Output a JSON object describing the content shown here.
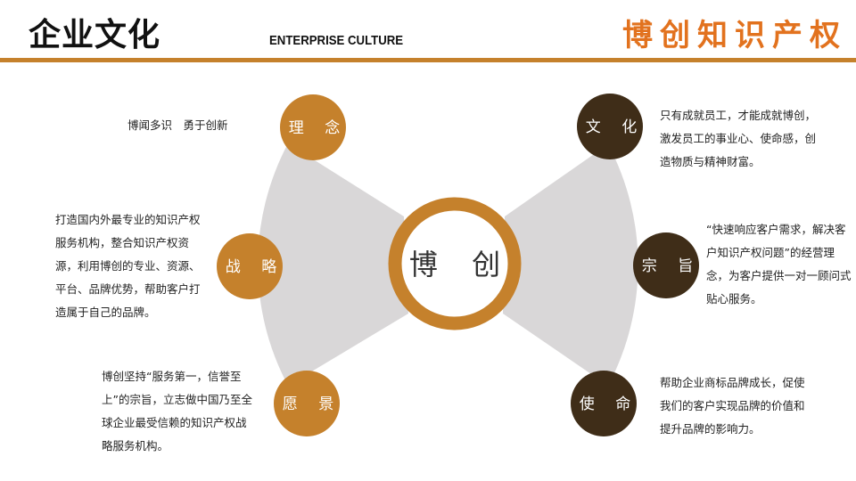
{
  "header": {
    "title_cn": "企业文化",
    "title_en": "ENTERPRISE CULTURE",
    "brand": "博创知识产权",
    "colors": {
      "accent_bar": "#c5812c",
      "brand_text": "#e2721e"
    }
  },
  "diagram": {
    "center_label": "博 创",
    "colors": {
      "orange": "#c5812c",
      "dark": "#3f2d18",
      "wedge": "#d9d7d8"
    },
    "nodes": [
      {
        "id": "linian",
        "label": "理 念",
        "color": "orange",
        "desc": "博闻多识　勇于创新"
      },
      {
        "id": "zhanlue",
        "label": "战 略",
        "color": "orange",
        "desc": "打造国内外最专业的知识产权服务机构，整合知识产权资源，利用博创的专业、资源、平台、品牌优势，帮助客户打造属于自己的品牌。"
      },
      {
        "id": "yuanjing",
        "label": "愿 景",
        "color": "orange",
        "desc": "博创坚持“服务第一，信誉至上”的宗旨，立志做中国乃至全球企业最受信赖的知识产权战略服务机构。"
      },
      {
        "id": "wenhua",
        "label": "文 化",
        "color": "dark",
        "desc": "只有成就员工，才能成就博创，激发员工的事业心、使命感，创造物质与精神财富。"
      },
      {
        "id": "zongzhi",
        "label": "宗 旨",
        "color": "dark",
        "desc": "“快速响应客户需求，解决客户知识产权问题”的经营理念，为客户提供一对一顾问式贴心服务。"
      },
      {
        "id": "shiming",
        "label": "使 命",
        "color": "dark",
        "desc": "帮助企业商标品牌成长，促使我们的客户实现品牌的价值和提升品牌的影响力。"
      }
    ]
  }
}
